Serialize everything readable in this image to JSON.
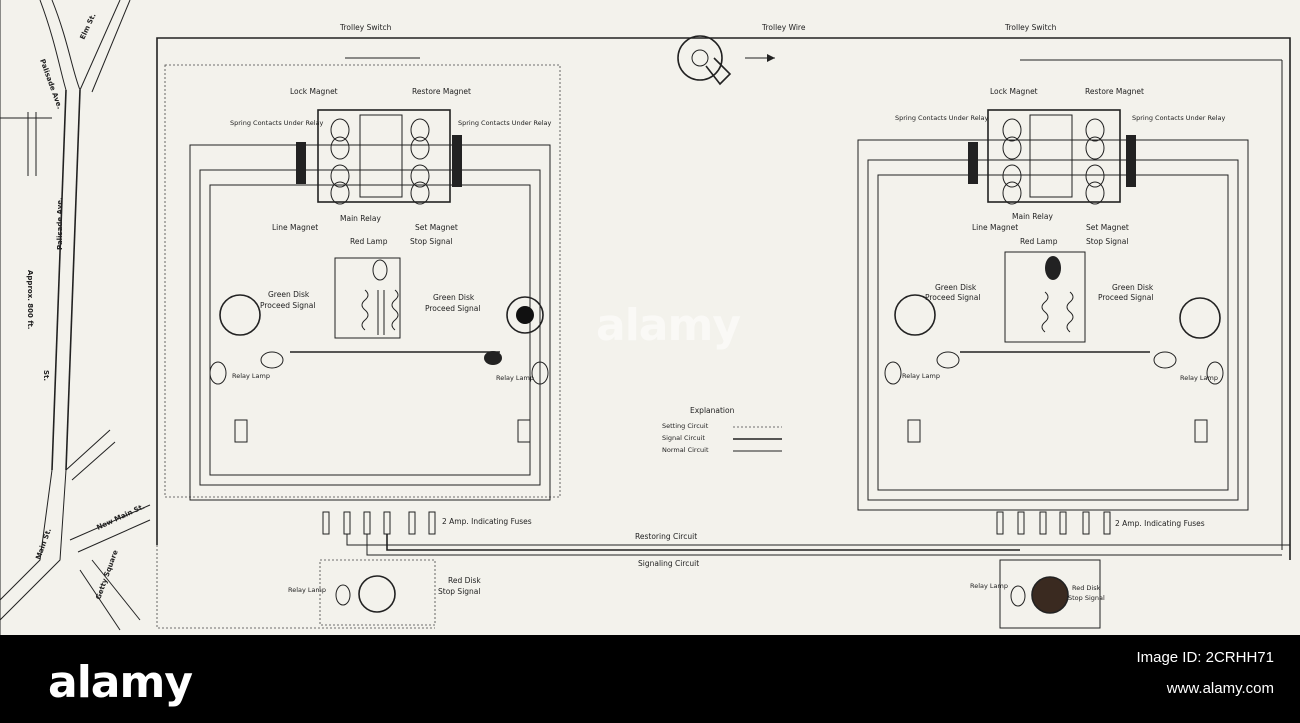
{
  "labels": {
    "trolley_switch_left": "Trolley Switch",
    "trolley_wire": "Trolley Wire",
    "trolley_switch_right": "Trolley Switch",
    "lock_magnet": "Lock Magnet",
    "restore_magnet": "Restore Magnet",
    "spring_contacts_under_relay": "Spring Contacts Under Relay",
    "main_relay": "Main Relay",
    "line_magnet": "Line Magnet",
    "set_magnet": "Set Magnet",
    "red_lamp": "Red Lamp",
    "stop_signal": "Stop Signal",
    "green_disk": "Green Disk",
    "proceed_signal": "Proceed Signal",
    "relay_lamp": "Relay Lamp",
    "fuses": "2 Amp. Indicating Fuses",
    "red_disk": "Red Disk",
    "restoring_circuit": "Restoring Circuit",
    "signaling_circuit": "Signaling Circuit"
  },
  "legend": {
    "title": "Explanation",
    "items": [
      {
        "label": "Setting Circuit",
        "style": "dotted"
      },
      {
        "label": "Signal Circuit",
        "style": "solid-heavy"
      },
      {
        "label": "Normal Circuit",
        "style": "solid"
      }
    ]
  },
  "map": {
    "streets": [
      "Elm St.",
      "Palisade Ave.",
      "Palisade Ave.",
      "St.",
      "Main St.",
      "New Main St.",
      "Getty Square"
    ],
    "distance": "Approx. 800 ft."
  },
  "colors": {
    "ink": "#222222",
    "paper": "#f3f2ec",
    "footer": "#000000"
  },
  "footer": {
    "brand": "alamy",
    "image_id": "Image ID: 2CRHH71",
    "site": "www.alamy.com",
    "watermark": "alamy"
  }
}
